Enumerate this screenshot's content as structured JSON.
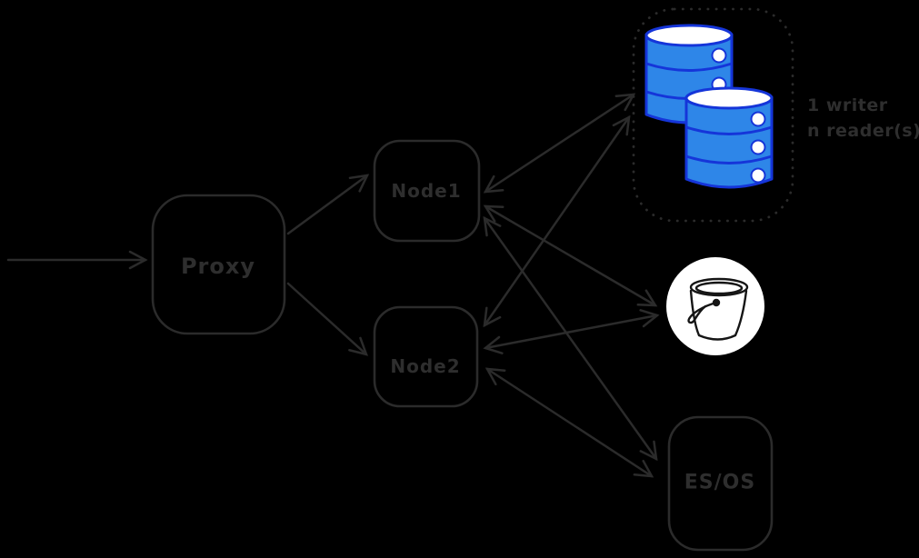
{
  "diagram": {
    "type": "architecture-sketch",
    "background": "#000000",
    "nodes": {
      "proxy": {
        "label": "Proxy"
      },
      "node1": {
        "label": "Node1"
      },
      "node2": {
        "label": "Node2"
      },
      "esos": {
        "label": "ES/OS"
      },
      "db_cluster": {
        "icon": "database-cylinders-icon",
        "caption_line1": "1 writer",
        "caption_line2": "n reader(s)"
      },
      "bucket": {
        "icon": "bucket-icon"
      }
    },
    "edges": [
      {
        "from": "ingress",
        "to": "proxy",
        "bidirectional": false
      },
      {
        "from": "proxy",
        "to": "node1",
        "bidirectional": false
      },
      {
        "from": "proxy",
        "to": "node2",
        "bidirectional": false
      },
      {
        "from": "node1",
        "to": "db_cluster",
        "bidirectional": true
      },
      {
        "from": "node2",
        "to": "db_cluster",
        "bidirectional": true
      },
      {
        "from": "node1",
        "to": "bucket",
        "bidirectional": true
      },
      {
        "from": "node2",
        "to": "bucket",
        "bidirectional": true
      },
      {
        "from": "node1",
        "to": "esos",
        "bidirectional": true
      },
      {
        "from": "node2",
        "to": "esos",
        "bidirectional": true
      }
    ],
    "palette": {
      "stroke": "#2b2b2b",
      "text": "#2e2e2e",
      "db_fill": "#2e86e8",
      "db_stroke": "#1535d9",
      "icon_stroke": "#151515",
      "white": "#ffffff"
    }
  }
}
